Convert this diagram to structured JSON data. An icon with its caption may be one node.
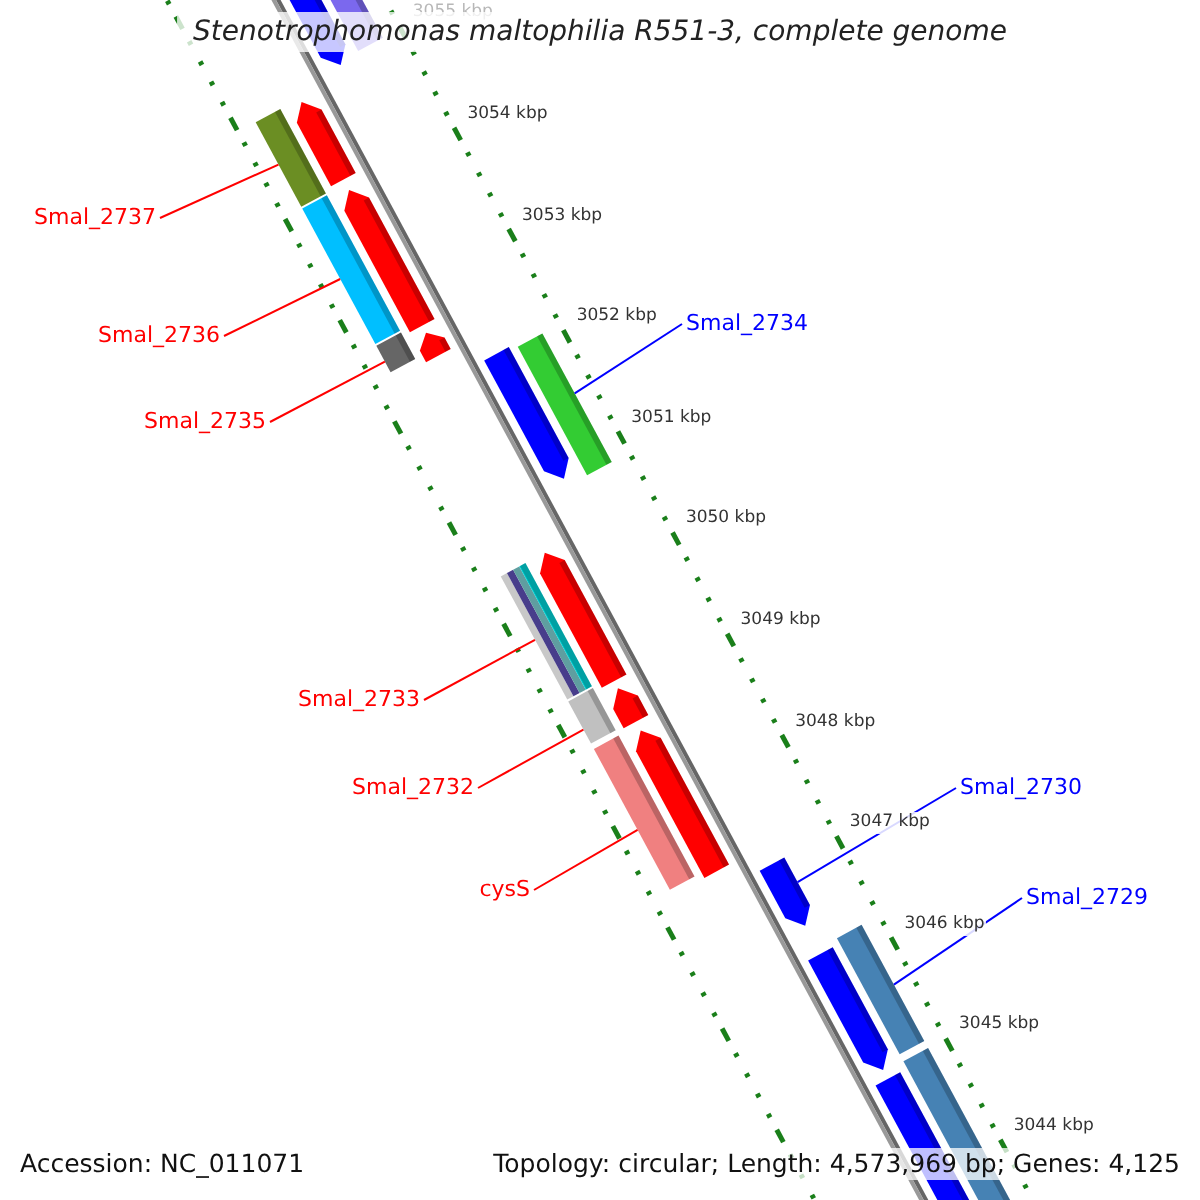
{
  "diagram": {
    "title": "Stenotrophomonas maltophilia R551-3, complete genome",
    "nodes": [
      {
        "text": [
          "Smal_2737"
        ]
      },
      {
        "text": [],
        "shape": "bar"
      },
      {
        "text": [
          "Smal_2736"
        ]
      },
      {
        "text": [],
        "shape": "bar"
      },
      {
        "text": [
          "Smal_2735"
        ]
      },
      {
        "text": [],
        "shape": "bar"
      },
      {
        "text": [
          "Smal_2734"
        ]
      },
      {
        "text": [],
        "shape": "bar"
      },
      {
        "text": [
          "Smal_2733"
        ]
      },
      {
        "text": [],
        "shape": "bar"
      },
      {
        "text": [
          "Smal_2732"
        ]
      },
      {
        "text": [],
        "shape": "bar"
      },
      {
        "text": [
          "cysS"
        ]
      },
      {
        "text": [],
        "shape": "bar"
      },
      {
        "text": [
          "Smal_2730"
        ]
      },
      {
        "text": [],
        "shape": "bar"
      },
      {
        "text": [
          "Smal_2729"
        ]
      },
      {
        "text": [],
        "shape": "bar"
      }
    ],
    "edges": [
      {
        "from": 0,
        "to": 1,
        "arrow": "none"
      },
      {
        "from": 2,
        "to": 3,
        "arrow": "none"
      },
      {
        "from": 4,
        "to": 5,
        "arrow": "none"
      },
      {
        "from": 6,
        "to": 7,
        "arrow": "none",
        "color": "#0000ff"
      },
      {
        "from": 8,
        "to": 9,
        "arrow": "none"
      },
      {
        "from": 10,
        "to": 11,
        "arrow": "none"
      },
      {
        "from": 12,
        "to": 13,
        "arrow": "none"
      },
      {
        "from": 14,
        "to": 15,
        "arrow": "none",
        "color": "#0000ff"
      },
      {
        "from": 16,
        "to": 17,
        "arrow": "none",
        "color": "#0000ff"
      }
    ],
    "labels": [
      "3055 kbp",
      "3054 kbp",
      "3053 kbp",
      "3052 kbp",
      "3051 kbp",
      "3050 kbp",
      "3049 kbp",
      "3048 kbp",
      "3047 kbp",
      "3046 kbp",
      "3045 kbp",
      "3044 kbp",
      "Accession: NC_011071",
      "Topology: circular; Length: 4,573,969 bp; Genes: 4,125"
    ]
  }
}
